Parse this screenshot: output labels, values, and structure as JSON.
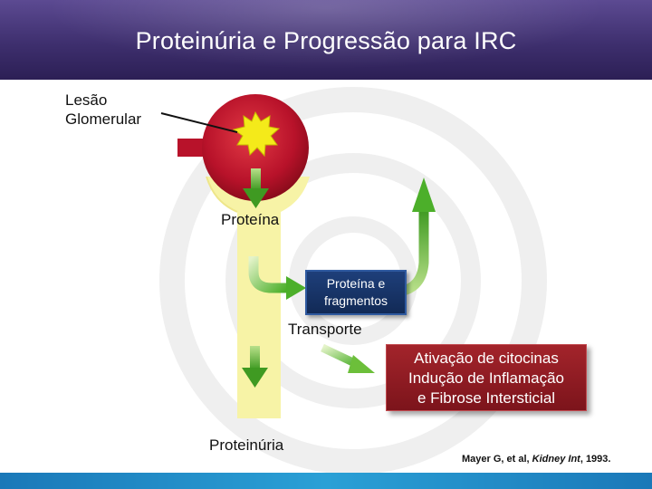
{
  "title": "Proteinúria e Progressão para IRC",
  "labels": {
    "lesao_line1": "Lesão",
    "lesao_line2": "Glomerular",
    "proteina": "Proteína",
    "transporte": "Transporte",
    "proteinuria": "Proteinúria"
  },
  "boxes": {
    "fragmentos_line1": "Proteína e",
    "fragmentos_line2": "fragmentos",
    "citocinas_line1": "Ativação de citocinas",
    "citocinas_line2": "Indução de Inflamação",
    "citocinas_line3": "e Fibrose Intersticial"
  },
  "citation": {
    "authors": "Mayer G, et al, ",
    "journal": "Kidney Int",
    "year": ", 1993."
  },
  "colors": {
    "title_bar": "#3e2f6e",
    "glomerulus": "#c0152a",
    "tubule": "#f7f3a6",
    "arrow_green": "#4caf2a",
    "box_blue": "#1e3f7a",
    "box_red": "#a3242b",
    "bottom_bar": "#2aa0d6"
  }
}
